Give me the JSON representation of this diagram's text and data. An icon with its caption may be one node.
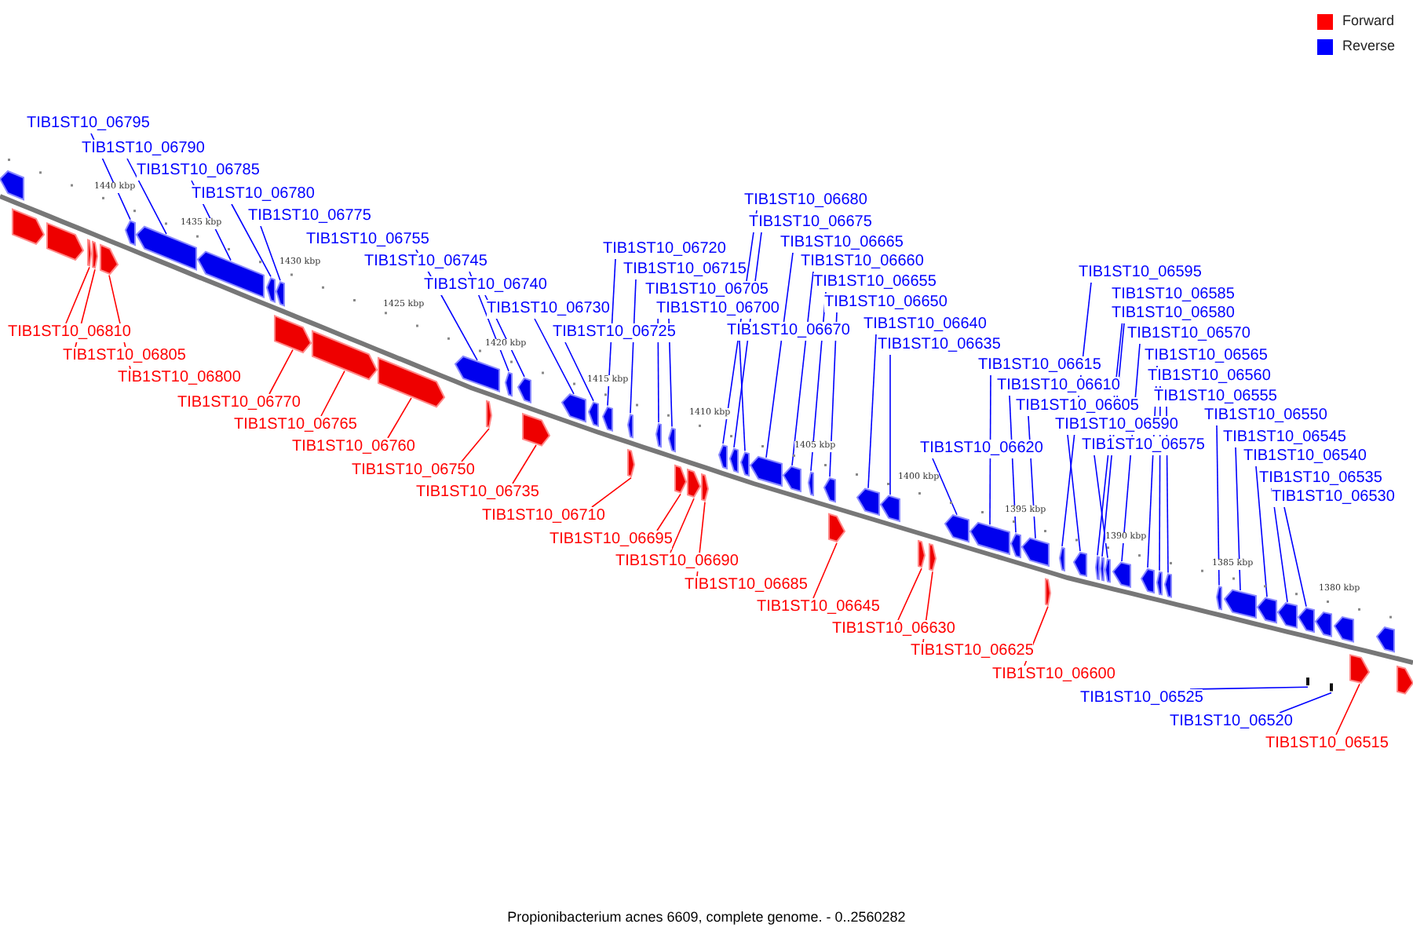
{
  "diagram": {
    "caption": "Propionibacterium acnes 6609, complete genome. - 0..2560282",
    "nodes": [
      {
        "text": [
          "TIB1ST10_06795"
        ]
      },
      {
        "text": [
          "TIB1ST10_06790"
        ]
      },
      {
        "text": [
          "TIB1ST10_06785"
        ]
      },
      {
        "text": [
          "TIB1ST10_06780"
        ]
      },
      {
        "text": [
          "TIB1ST10_06775"
        ]
      },
      {
        "text": [
          "TIB1ST10_06755"
        ]
      },
      {
        "text": [
          "TIB1ST10_06745"
        ]
      },
      {
        "text": [
          "TIB1ST10_06740"
        ]
      },
      {
        "text": [
          "TIB1ST10_06730"
        ]
      },
      {
        "text": [
          "TIB1ST10_06725"
        ]
      },
      {
        "text": [
          "TIB1ST10_06720"
        ]
      },
      {
        "text": [
          "TIB1ST10_06715"
        ]
      },
      {
        "text": [
          "TIB1ST10_06705"
        ]
      },
      {
        "text": [
          "TIB1ST10_06700"
        ]
      },
      {
        "text": [
          "TIB1ST10_06680"
        ]
      },
      {
        "text": [
          "TIB1ST10_06675"
        ]
      },
      {
        "text": [
          "TIB1ST10_06665"
        ]
      },
      {
        "text": [
          "TIB1ST10_06660"
        ]
      },
      {
        "text": [
          "TIB1ST10_06670"
        ]
      },
      {
        "text": [
          "TIB1ST10_06655"
        ]
      },
      {
        "text": [
          "TIB1ST10_06650"
        ]
      },
      {
        "text": [
          "TIB1ST10_06640"
        ]
      },
      {
        "text": [
          "TIB1ST10_06635"
        ]
      },
      {
        "text": [
          "TIB1ST10_06620"
        ]
      },
      {
        "text": [
          "TIB1ST10_06615"
        ]
      },
      {
        "text": [
          "TIB1ST10_06610"
        ]
      },
      {
        "text": [
          "TIB1ST10_06605"
        ]
      },
      {
        "text": [
          "TIB1ST10_06590"
        ]
      },
      {
        "text": [
          "TIB1ST10_06575"
        ]
      },
      {
        "text": [
          "TIB1ST10_06595"
        ]
      },
      {
        "text": [
          "TIB1ST10_06585"
        ]
      },
      {
        "text": [
          "TIB1ST10_06580"
        ]
      },
      {
        "text": [
          "TIB1ST10_06570"
        ]
      },
      {
        "text": [
          "TIB1ST10_06565"
        ]
      },
      {
        "text": [
          "TIB1ST10_06560"
        ]
      },
      {
        "text": [
          "TIB1ST10_06555"
        ]
      },
      {
        "text": [
          "TIB1ST10_06550"
        ]
      },
      {
        "text": [
          "TIB1ST10_06545"
        ]
      },
      {
        "text": [
          "TIB1ST10_06540"
        ]
      },
      {
        "text": [
          "TIB1ST10_06535"
        ]
      },
      {
        "text": [
          "TIB1ST10_06530"
        ]
      },
      {
        "text": [
          "TIB1ST10_06525"
        ]
      },
      {
        "text": [
          "TIB1ST10_06520"
        ]
      },
      {
        "text": [
          "TIB1ST10_06810"
        ]
      },
      {
        "text": [
          "TIB1ST10_06805"
        ]
      },
      {
        "text": [
          "TIB1ST10_06800"
        ]
      },
      {
        "text": [
          "TIB1ST10_06770"
        ]
      },
      {
        "text": [
          "TIB1ST10_06765"
        ]
      },
      {
        "text": [
          "TIB1ST10_06760"
        ]
      },
      {
        "text": [
          "TIB1ST10_06750"
        ]
      },
      {
        "text": [
          "TIB1ST10_06735"
        ]
      },
      {
        "text": [
          "TIB1ST10_06710"
        ]
      },
      {
        "text": [
          "TIB1ST10_06695"
        ]
      },
      {
        "text": [
          "TIB1ST10_06690"
        ]
      },
      {
        "text": [
          "TIB1ST10_06685"
        ]
      },
      {
        "text": [
          "TIB1ST10_06645"
        ]
      },
      {
        "text": [
          "TIB1ST10_06630"
        ]
      },
      {
        "text": [
          "TIB1ST10_06625"
        ]
      },
      {
        "text": [
          "TIB1ST10_06600"
        ]
      },
      {
        "text": [
          "TIB1ST10_06515"
        ]
      },
      {
        "text": [],
        "shape": "box"
      },
      {
        "text": [],
        "shape": "box"
      },
      {
        "text": [],
        "shape": "box"
      },
      {
        "text": [],
        "shape": "box"
      },
      {
        "text": [],
        "shape": "box"
      },
      {
        "text": [],
        "shape": "box"
      },
      {
        "text": [],
        "shape": "box"
      },
      {
        "text": [],
        "shape": "box"
      },
      {
        "text": [],
        "shape": "box"
      },
      {
        "text": [],
        "shape": "box"
      },
      {
        "text": [],
        "shape": "box"
      },
      {
        "text": [],
        "shape": "box"
      },
      {
        "text": [],
        "shape": "box"
      },
      {
        "text": [],
        "shape": "box"
      },
      {
        "text": [],
        "shape": "box"
      },
      {
        "text": [],
        "shape": "box"
      },
      {
        "text": [],
        "shape": "box"
      },
      {
        "text": [],
        "shape": "box"
      },
      {
        "text": [],
        "shape": "box"
      },
      {
        "text": [],
        "shape": "box"
      },
      {
        "text": [],
        "shape": "box"
      },
      {
        "text": [],
        "shape": "box"
      },
      {
        "text": [],
        "shape": "box"
      },
      {
        "text": [],
        "shape": "box"
      },
      {
        "text": [],
        "shape": "box"
      },
      {
        "text": [],
        "shape": "box"
      },
      {
        "text": [],
        "shape": "box"
      },
      {
        "text": [],
        "shape": "box"
      },
      {
        "text": [],
        "shape": "box"
      },
      {
        "text": [],
        "shape": "box"
      },
      {
        "text": [],
        "shape": "box"
      },
      {
        "text": [],
        "shape": "box"
      },
      {
        "text": [],
        "shape": "box"
      },
      {
        "text": [],
        "shape": "box"
      },
      {
        "text": [],
        "shape": "box"
      },
      {
        "text": [],
        "shape": "box"
      },
      {
        "text": [],
        "shape": "box"
      },
      {
        "text": [],
        "shape": "box"
      },
      {
        "text": [],
        "shape": "box"
      },
      {
        "text": [],
        "shape": "box"
      },
      {
        "text": [],
        "shape": "box"
      },
      {
        "text": [],
        "shape": "box"
      },
      {
        "text": [],
        "shape": "box"
      },
      {
        "text": [],
        "shape": "box"
      },
      {
        "text": [],
        "shape": "box"
      },
      {
        "text": [],
        "shape": "box"
      },
      {
        "text": [],
        "shape": "box"
      },
      {
        "text": [],
        "shape": "box"
      },
      {
        "text": [],
        "shape": "box"
      },
      {
        "text": [],
        "shape": "box"
      },
      {
        "text": [],
        "shape": "box"
      },
      {
        "text": [],
        "shape": "box"
      },
      {
        "text": [],
        "shape": "box"
      },
      {
        "text": [],
        "shape": "box"
      },
      {
        "text": [],
        "shape": "box"
      },
      {
        "text": [],
        "shape": "box"
      },
      {
        "text": [],
        "shape": "box"
      },
      {
        "text": [],
        "shape": "bar"
      },
      {
        "text": [],
        "shape": "bar"
      },
      {
        "text": [],
        "shape": "box"
      },
      {
        "text": [],
        "shape": "box"
      },
      {
        "text": [],
        "shape": "box"
      },
      {
        "text": [],
        "shape": "box"
      },
      {
        "text": [],
        "shape": "box"
      },
      {
        "text": [],
        "shape": "box"
      },
      {
        "text": [],
        "shape": "box"
      },
      {
        "text": [],
        "shape": "box"
      }
    ],
    "edges": [
      {
        "from": 0,
        "to": 63,
        "arrow": "none"
      },
      {
        "from": 1,
        "to": 64,
        "arrow": "none"
      },
      {
        "from": 2,
        "to": 65,
        "arrow": "none"
      },
      {
        "from": 3,
        "to": 66,
        "arrow": "none"
      },
      {
        "from": 4,
        "to": 67,
        "arrow": "none"
      },
      {
        "from": 5,
        "to": 71,
        "arrow": "none"
      },
      {
        "from": 6,
        "to": 73,
        "arrow": "none"
      },
      {
        "from": 7,
        "to": 74,
        "arrow": "none"
      },
      {
        "from": 8,
        "to": 76,
        "arrow": "none"
      },
      {
        "from": 9,
        "to": 77,
        "arrow": "none"
      },
      {
        "from": 10,
        "to": 78,
        "arrow": "none"
      },
      {
        "from": 11,
        "to": 79,
        "arrow": "none"
      },
      {
        "from": 12,
        "to": 81,
        "arrow": "none"
      },
      {
        "from": 13,
        "to": 82,
        "arrow": "none"
      },
      {
        "from": 14,
        "to": 86,
        "arrow": "none"
      },
      {
        "from": 15,
        "to": 87,
        "arrow": "none"
      },
      {
        "from": 16,
        "to": 89,
        "arrow": "none"
      },
      {
        "from": 17,
        "to": 90,
        "arrow": "none"
      },
      {
        "from": 18,
        "to": 88,
        "arrow": "none"
      },
      {
        "from": 19,
        "to": 91,
        "arrow": "none"
      },
      {
        "from": 20,
        "to": 92,
        "arrow": "none"
      },
      {
        "from": 21,
        "to": 94,
        "arrow": "none"
      },
      {
        "from": 22,
        "to": 95,
        "arrow": "none"
      },
      {
        "from": 23,
        "to": 98,
        "arrow": "none"
      },
      {
        "from": 24,
        "to": 99,
        "arrow": "none"
      },
      {
        "from": 25,
        "to": 100,
        "arrow": "none"
      },
      {
        "from": 26,
        "to": 101,
        "arrow": "none"
      },
      {
        "from": 27,
        "to": 104,
        "arrow": "none"
      },
      {
        "from": 28,
        "to": 107,
        "arrow": "none"
      },
      {
        "from": 29,
        "to": 103,
        "arrow": "none"
      },
      {
        "from": 30,
        "to": 105,
        "arrow": "none"
      },
      {
        "from": 31,
        "to": 106,
        "arrow": "none"
      },
      {
        "from": 32,
        "to": 108,
        "arrow": "none"
      },
      {
        "from": 33,
        "to": 109,
        "arrow": "none"
      },
      {
        "from": 34,
        "to": 110,
        "arrow": "none"
      },
      {
        "from": 35,
        "to": 111,
        "arrow": "none"
      },
      {
        "from": 36,
        "to": 112,
        "arrow": "none"
      },
      {
        "from": 37,
        "to": 113,
        "arrow": "none"
      },
      {
        "from": 38,
        "to": 114,
        "arrow": "none"
      },
      {
        "from": 39,
        "to": 115,
        "arrow": "none"
      },
      {
        "from": 40,
        "to": 116,
        "arrow": "none"
      },
      {
        "from": 41,
        "to": 117,
        "arrow": "none"
      },
      {
        "from": 42,
        "to": 118,
        "arrow": "none"
      },
      {
        "from": 43,
        "to": 60,
        "arrow": "none",
        "color": "#ff0000"
      },
      {
        "from": 44,
        "to": 61,
        "arrow": "none",
        "color": "#ff0000"
      },
      {
        "from": 45,
        "to": 62,
        "arrow": "none",
        "color": "#ff0000"
      },
      {
        "from": 46,
        "to": 68,
        "arrow": "none",
        "color": "#ff0000"
      },
      {
        "from": 47,
        "to": 69,
        "arrow": "none",
        "color": "#ff0000"
      },
      {
        "from": 48,
        "to": 70,
        "arrow": "none",
        "color": "#ff0000"
      },
      {
        "from": 49,
        "to": 72,
        "arrow": "none",
        "color": "#ff0000"
      },
      {
        "from": 50,
        "to": 75,
        "arrow": "none",
        "color": "#ff0000"
      },
      {
        "from": 51,
        "to": 80,
        "arrow": "none",
        "color": "#ff0000"
      },
      {
        "from": 52,
        "to": 83,
        "arrow": "none",
        "color": "#ff0000"
      },
      {
        "from": 53,
        "to": 84,
        "arrow": "none",
        "color": "#ff0000"
      },
      {
        "from": 54,
        "to": 85,
        "arrow": "none",
        "color": "#ff0000"
      },
      {
        "from": 55,
        "to": 93,
        "arrow": "none",
        "color": "#ff0000"
      },
      {
        "from": 56,
        "to": 96,
        "arrow": "none",
        "color": "#ff0000"
      },
      {
        "from": 57,
        "to": 97,
        "arrow": "none",
        "color": "#ff0000"
      },
      {
        "from": 58,
        "to": 102,
        "arrow": "none",
        "color": "#ff0000"
      },
      {
        "from": 59,
        "to": 119,
        "arrow": "none",
        "color": "#ff0000"
      }
    ],
    "labels": [
      "1440 kbp",
      "1435 kbp",
      "1430 kbp",
      "1425 kbp",
      "1420 kbp",
      "1415 kbp",
      "1410 kbp",
      "1405 kbp",
      "1400 kbp",
      "1395 kbp",
      "1390 kbp",
      "1385 kbp",
      "1380 kbp"
    ],
    "legend": [
      {
        "text": "Forward",
        "color": "#ff0000"
      },
      {
        "text": "Reverse",
        "color": "#0000ff"
      }
    ]
  }
}
